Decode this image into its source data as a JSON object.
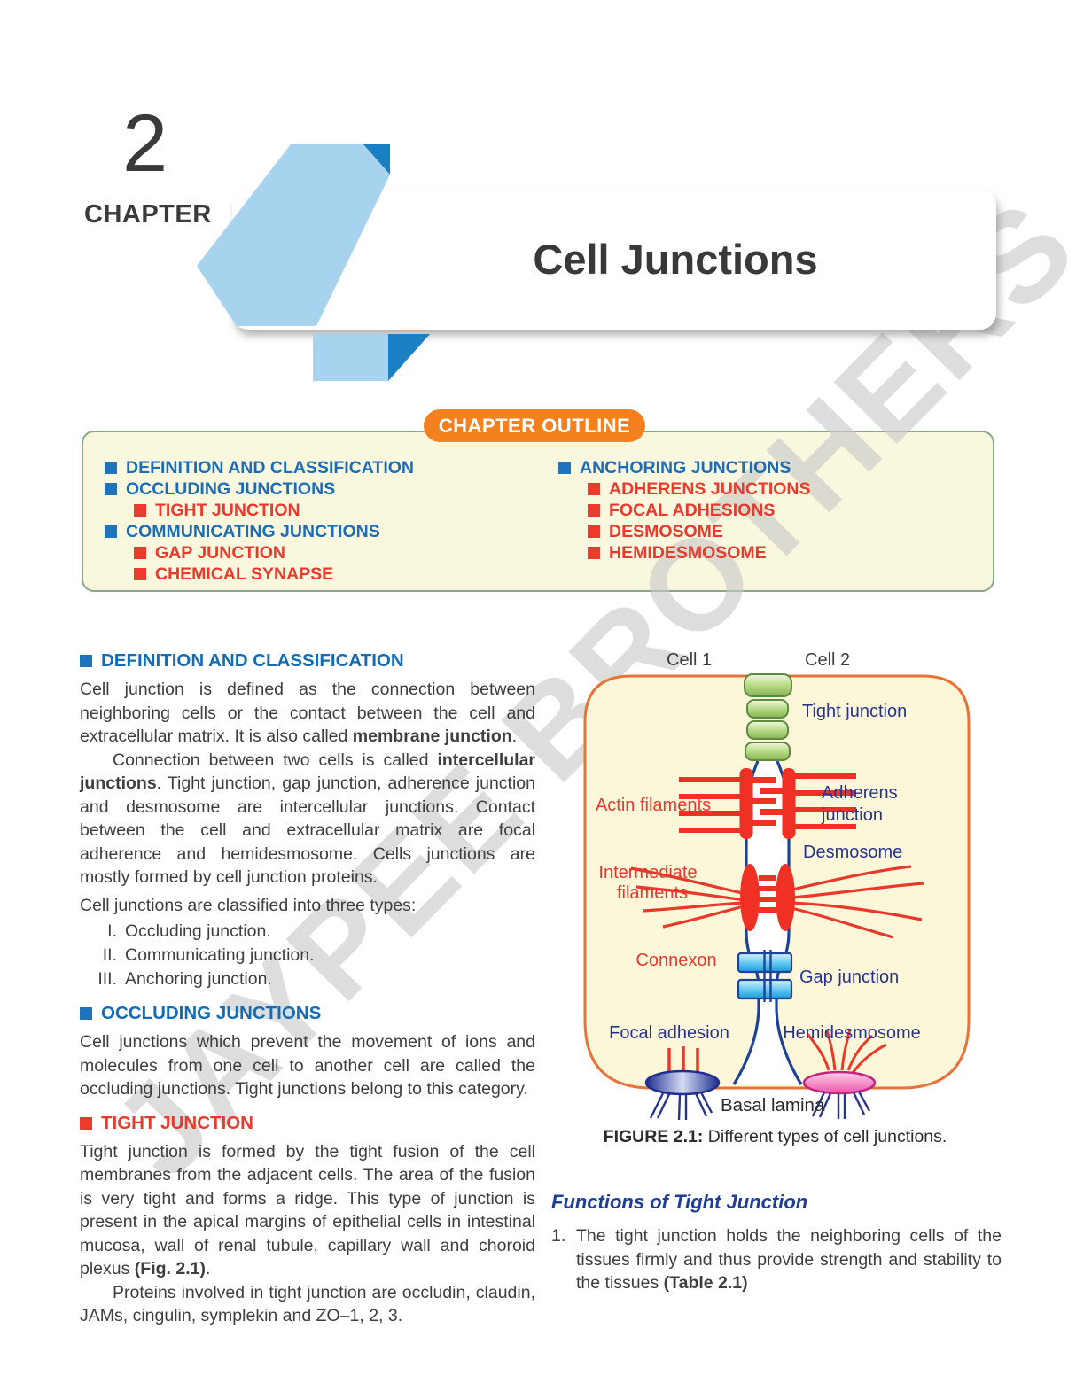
{
  "colors": {
    "blue_heading": "#146cb4",
    "red_heading": "#e93a2c",
    "blue_square": "#1f74bb",
    "red_square": "#ee3b2d",
    "orange_badge": "#f5811e",
    "outline_box_bg": "#faf7df",
    "outline_box_border": "#8aa78c",
    "ribbon_light_blue": "#a7d3ee",
    "ribbon_dark_blue": "#1a80c4",
    "navy_figure_label": "#28348b",
    "figure_border_orange": "#e87339",
    "figure_fill_cream": "#fdf7da",
    "watermark_gray": "#c9c9c9"
  },
  "watermark": "JAYPEE BROTHERS",
  "header": {
    "chapter_number": "2",
    "chapter_label": "CHAPTER",
    "title": "Cell Junctions"
  },
  "outline": {
    "badge": "CHAPTER OUTLINE",
    "left": [
      {
        "label": "DEFINITION AND CLASSIFICATION",
        "level": 1
      },
      {
        "label": "OCCLUDING JUNCTIONS",
        "level": 1
      },
      {
        "label": "TIGHT JUNCTION",
        "level": 2
      },
      {
        "label": "COMMUNICATING JUNCTIONS",
        "level": 1
      },
      {
        "label": "GAP JUNCTION",
        "level": 2
      },
      {
        "label": "CHEMICAL SYNAPSE",
        "level": 2
      }
    ],
    "right": [
      {
        "label": "ANCHORING JUNCTIONS",
        "level": 1
      },
      {
        "label": "ADHERENS JUNCTIONS",
        "level": 2
      },
      {
        "label": "FOCAL ADHESIONS",
        "level": 2
      },
      {
        "label": "DESMOSOME",
        "level": 2
      },
      {
        "label": "HEMIDESMOSOME",
        "level": 2
      }
    ]
  },
  "definition": {
    "heading": "DEFINITION AND CLASSIFICATION",
    "p1a": "Cell junction is defined as the connection between neighboring cells or the contact between the cell and extracellular matrix. It is also called ",
    "p1b": "membrane junction",
    "p1c": ".",
    "p2a": "Connection between two cells is called ",
    "p2b": "intercellular junctions",
    "p2c": ". Tight junction, gap junction, adherence junction and desmosome are intercellular junctions. Contact between the cell and extracellular matrix are focal adherence and hemidesmosome. Cells junctions are mostly formed by cell junction proteins.",
    "p3": "Cell junctions are classified into three types:",
    "list": [
      {
        "num": "I.",
        "text": "Occluding junction."
      },
      {
        "num": "II.",
        "text": "Communicating junction."
      },
      {
        "num": "III.",
        "text": "Anchoring junction."
      }
    ]
  },
  "occluding": {
    "heading": "OCCLUDING JUNCTIONS",
    "p": "Cell junctions which prevent the movement of ions and molecules from one cell to another cell are called the occluding junctions. Tight junctions belong to this category."
  },
  "tight": {
    "heading": "TIGHT JUNCTION",
    "p1a": "Tight junction is formed by the tight fusion of the cell membranes from the adjacent cells. The area of the fusion is very tight and forms a ridge. This type of junction is present in the apical margins of epithelial cells in intestinal mucosa, wall of renal tubule, capillary wall and choroid plexus ",
    "p1b": "(Fig. 2.1)",
    "p1c": ".",
    "p2": "Proteins involved in tight junction are occludin, claudin, JAMs, cingulin, symplekin and ZO–1, 2, 3."
  },
  "figure": {
    "cell1": "Cell 1",
    "cell2": "Cell 2",
    "tight_junction": "Tight junction",
    "actin": "Actin filaments",
    "adherens_line1": "Adherens",
    "adherens_line2": "junction",
    "desmosome": "Desmosome",
    "intermediate_line1": "Intermediate",
    "intermediate_line2": "filaments",
    "connexon": "Connexon",
    "gap_junction": "Gap junction",
    "focal_adhesion": "Focal adhesion",
    "hemidesmosome": "Hemidesmosome",
    "basal_lamina": "Basal lamina",
    "caption_label": "FIGURE 2.1:",
    "caption_text": " Different types of cell junctions."
  },
  "functions": {
    "heading": "Functions of Tight Junction",
    "item1_num": "1.",
    "item1a": "The tight junction holds the neighboring cells of the tissues firmly and thus provide strength and stability to the tissues ",
    "item1b": "(Table 2.1)"
  }
}
